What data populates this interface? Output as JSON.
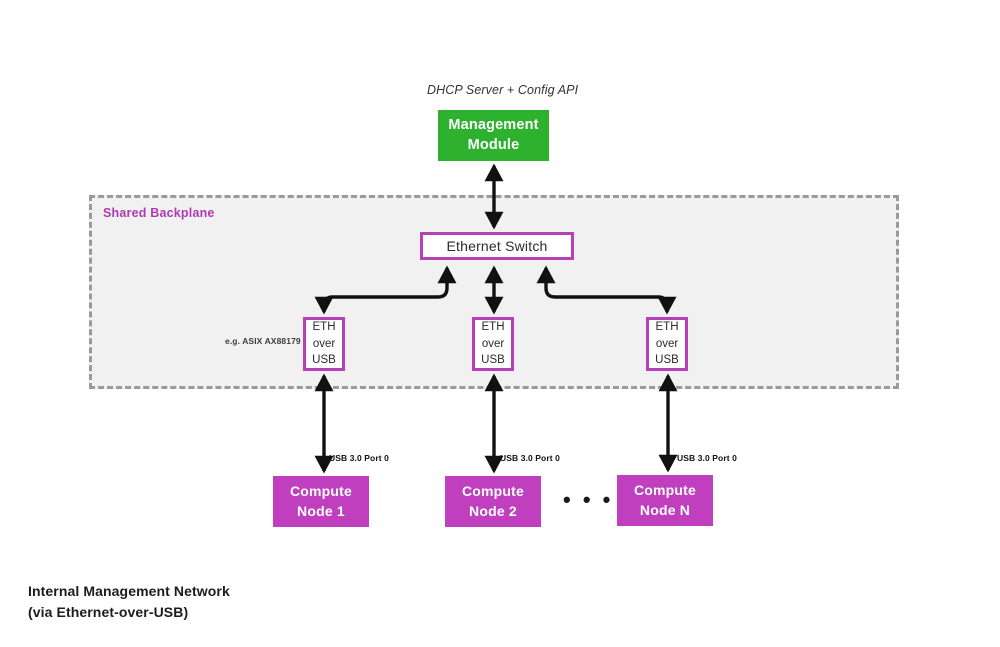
{
  "diagram": {
    "caption_line1": "Internal Management Network",
    "caption_line2": "(via Ethernet-over-USB)",
    "backplane_label": "Shared Backplane",
    "ellipsis": "• • •"
  },
  "management": {
    "annotation": "DHCP Server + Config API",
    "title_line1": "Management",
    "title_line2": "Module"
  },
  "switch": {
    "label": "Ethernet Switch"
  },
  "adapters": {
    "chip_note": "e.g. ASIX AX88179",
    "items": [
      {
        "line1": "ETH",
        "line2": "over",
        "line3": "USB"
      },
      {
        "line1": "ETH",
        "line2": "over",
        "line3": "USB"
      },
      {
        "line1": "ETH",
        "line2": "over",
        "line3": "USB"
      }
    ]
  },
  "compute_nodes": [
    {
      "line1": "Compute",
      "line2": "Node 1",
      "link_label": "USB 3.0 Port 0"
    },
    {
      "line1": "Compute",
      "line2": "Node 2",
      "link_label": "USB 3.0 Port 0"
    },
    {
      "line1": "Compute",
      "line2": "Node N",
      "link_label": "USB 3.0 Port 0"
    }
  ],
  "colors": {
    "management_green": "#2eb12e",
    "node_magenta": "#bf3fbf",
    "border_purple": "#b73fb7",
    "backplane_fill": "#f1f1f1",
    "backplane_border": "#9a9a9a",
    "wire_black": "#111111",
    "label_purple": "#b03ab0"
  }
}
